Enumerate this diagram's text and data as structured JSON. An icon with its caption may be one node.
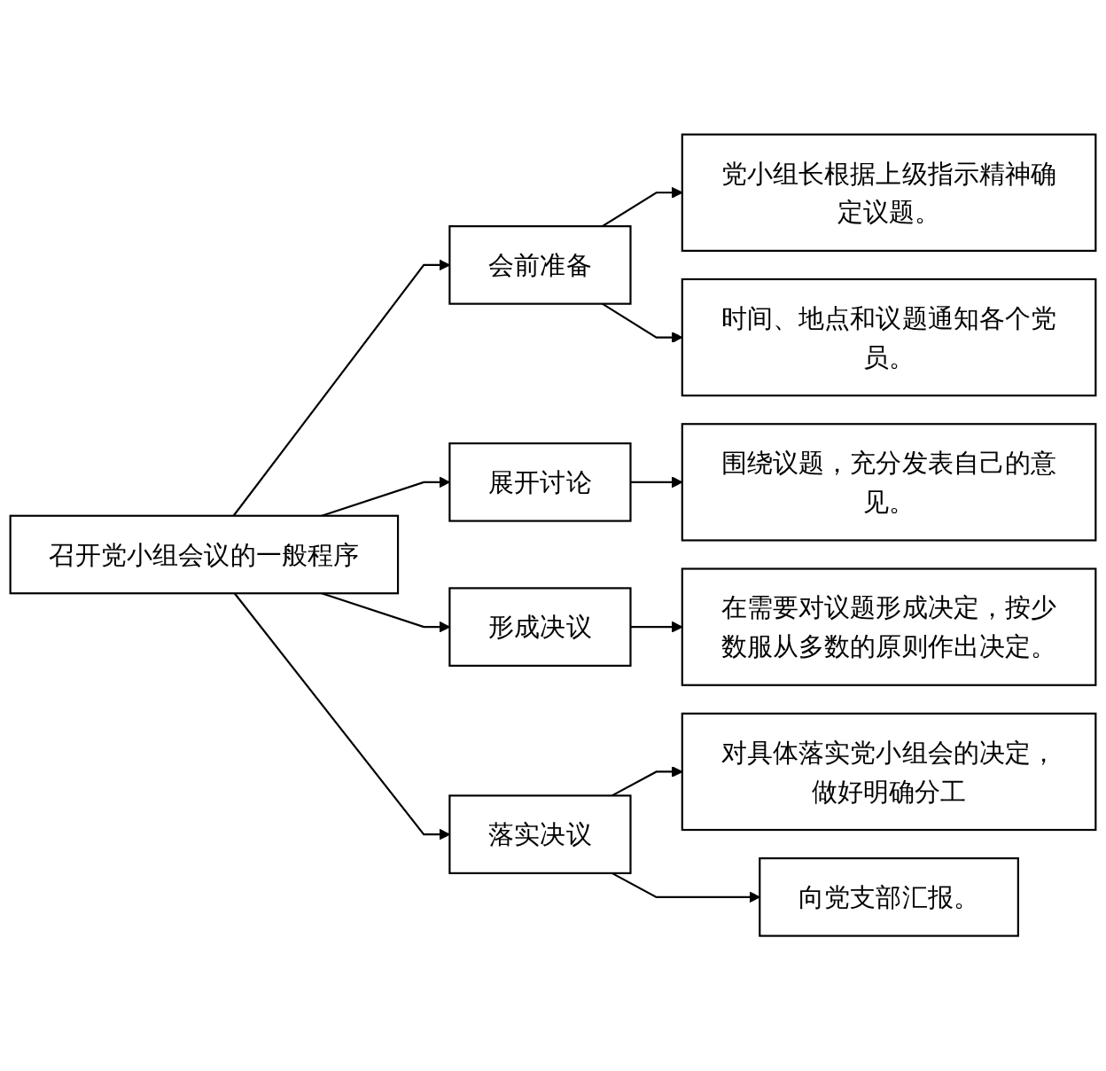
{
  "diagram": {
    "nodes": [
      {
        "text": [
          "召开党小组会议的一般程序"
        ]
      },
      {
        "text": [
          "会前准备"
        ]
      },
      {
        "text": [
          "党小组长根据上级指示精神确定议题。"
        ]
      },
      {
        "text": [
          "时间、地点和议题通知各个党员。"
        ]
      },
      {
        "text": [
          "展开讨论"
        ]
      },
      {
        "text": [
          "围绕议题，充分发表自己的意见。"
        ]
      },
      {
        "text": [
          "形成决议"
        ]
      },
      {
        "text": [
          "在需要对议题形成决定，按少数服从多数的原则作出决定。"
        ]
      },
      {
        "text": [
          "落实决议"
        ]
      },
      {
        "text": [
          "对具体落实党小组会的决定，做好明确分工"
        ]
      },
      {
        "text": [
          "向党支部汇报。"
        ]
      }
    ],
    "edges": [
      {
        "from": 0,
        "to": 1,
        "arrow": "to"
      },
      {
        "from": 1,
        "to": 2,
        "arrow": "to"
      },
      {
        "from": 1,
        "to": 3,
        "arrow": "to"
      },
      {
        "from": 0,
        "to": 4,
        "arrow": "to"
      },
      {
        "from": 4,
        "to": 5,
        "arrow": "to"
      },
      {
        "from": 0,
        "to": 6,
        "arrow": "to"
      },
      {
        "from": 6,
        "to": 7,
        "arrow": "to"
      },
      {
        "from": 0,
        "to": 8,
        "arrow": "to"
      },
      {
        "from": 8,
        "to": 9,
        "arrow": "to"
      },
      {
        "from": 8,
        "to": 10,
        "arrow": "to"
      }
    ]
  }
}
